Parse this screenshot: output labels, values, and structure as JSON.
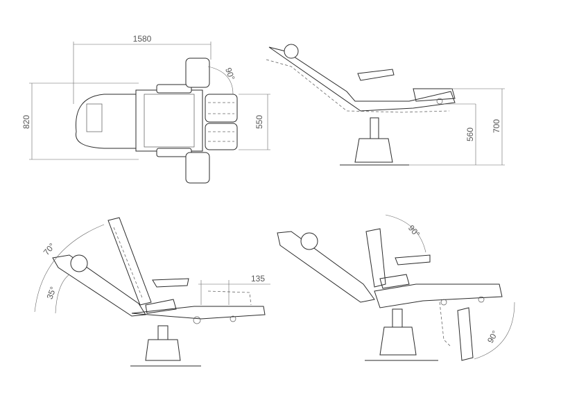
{
  "top_view": {
    "length": "1580",
    "width": "820",
    "seat_width": "550",
    "armrest_angle": "90°"
  },
  "side_view_height": {
    "min_height": "560",
    "max_height": "700"
  },
  "side_view_backrest": {
    "recline_max": "70°",
    "recline_min": "35°",
    "leg_extension": "135"
  },
  "side_view_leg": {
    "backrest_angle": "90°",
    "leg_angle": "90°"
  }
}
